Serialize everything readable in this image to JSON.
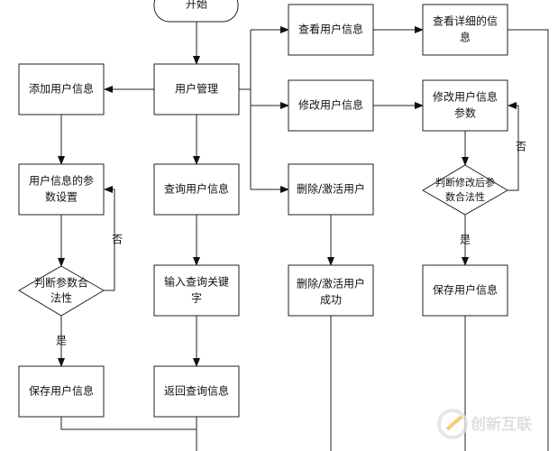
{
  "nodes": {
    "start": "开始",
    "user_mgmt": "用户管理",
    "add_user": "添加用户信息",
    "param_setting": [
      "用户信息的参",
      "数设置"
    ],
    "check_params": [
      "判断参数合",
      "法性"
    ],
    "save_left": "保存用户信息",
    "query_user": "查询用户信息",
    "input_keyword": [
      "输入查询关键",
      "字"
    ],
    "return_query": "返回查询信息",
    "view_user": "查看用户信息",
    "view_detail": [
      "查看详细的信",
      "息"
    ],
    "modify_user": "修改用户信息",
    "modify_params": [
      "修改用户信息",
      "参数"
    ],
    "check_modified": [
      "判断修改后参",
      "数合法性"
    ],
    "save_right": "保存用户信息",
    "delete_activate": "删除/激活用户",
    "delete_success": [
      "删除/激活用户",
      "成功"
    ]
  },
  "labels": {
    "yes": "是",
    "no": "否"
  },
  "watermark": "创新互联",
  "colors": {
    "stroke": "#222222",
    "watermark": "#d8d8d8",
    "logo_accent": "#f2c14e"
  }
}
